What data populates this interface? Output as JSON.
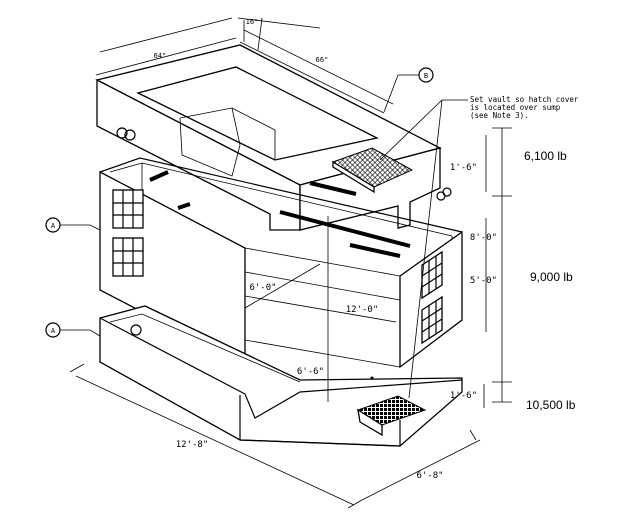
{
  "callouts": {
    "a": "A",
    "b": "B"
  },
  "note": {
    "line1": "Set vault so hatch cover",
    "line2": "is located over sump",
    "line3": "(see Note 3)."
  },
  "dimensions": {
    "top_16": "16\"",
    "top_64": "64\"",
    "top_66": "66\"",
    "lid_height": "1'-6\"",
    "mid_height": "8'-0\"",
    "inner_height": "5'-0\"",
    "base_height": "1'-6\"",
    "inner_width": "6'-0\"",
    "inner_length": "12'-0\"",
    "depth": "6'-6\"",
    "outer_length": "12'-8\"",
    "outer_width": "6'-8\""
  },
  "weights": {
    "top": "6,100 lb",
    "middle": "9,000 lb",
    "base": "10,500 lb"
  }
}
